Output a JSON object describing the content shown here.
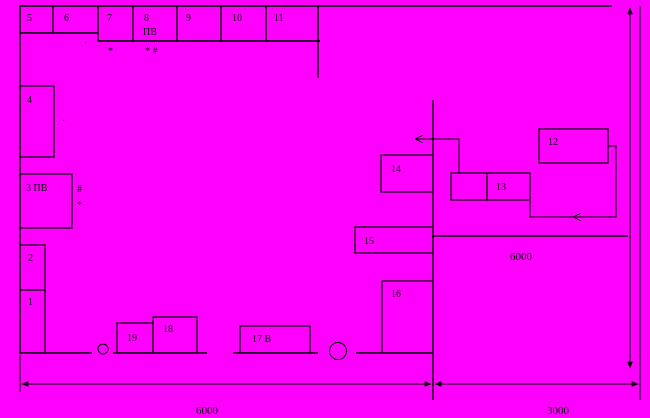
{
  "blocks": [
    {
      "id": "b5",
      "label": "5"
    },
    {
      "id": "b6",
      "label": "6"
    },
    {
      "id": "b7",
      "label": "7"
    },
    {
      "id": "b8",
      "label": "8"
    },
    {
      "id": "b9",
      "label": "9"
    },
    {
      "id": "b10",
      "label": "10"
    },
    {
      "id": "b11",
      "label": "11"
    },
    {
      "id": "b4",
      "label": "4"
    },
    {
      "id": "b3",
      "label": "3 ПВ"
    },
    {
      "id": "b2",
      "label": "2"
    },
    {
      "id": "b1",
      "label": "1"
    },
    {
      "id": "b19",
      "label": "19"
    },
    {
      "id": "b18",
      "label": "18"
    },
    {
      "id": "b17",
      "label": "17  В"
    },
    {
      "id": "b16",
      "label": "16"
    },
    {
      "id": "b15",
      "label": "15"
    },
    {
      "id": "b14",
      "label": "14"
    },
    {
      "id": "b13",
      "label": "13"
    },
    {
      "id": "b12",
      "label": "12"
    }
  ],
  "annotations": {
    "pv_under_8": "ПВ",
    "star_hash_8": "* #",
    "star_7": "*",
    "dot_6": "·",
    "dot_4": "·",
    "hash_3": "#",
    "star_3": "*"
  },
  "dimensions": {
    "bottom_left": "6000",
    "bottom_right": "3000",
    "right_area": "6000"
  },
  "colors": {
    "background": "#FF00FF",
    "ink": "#000000"
  }
}
